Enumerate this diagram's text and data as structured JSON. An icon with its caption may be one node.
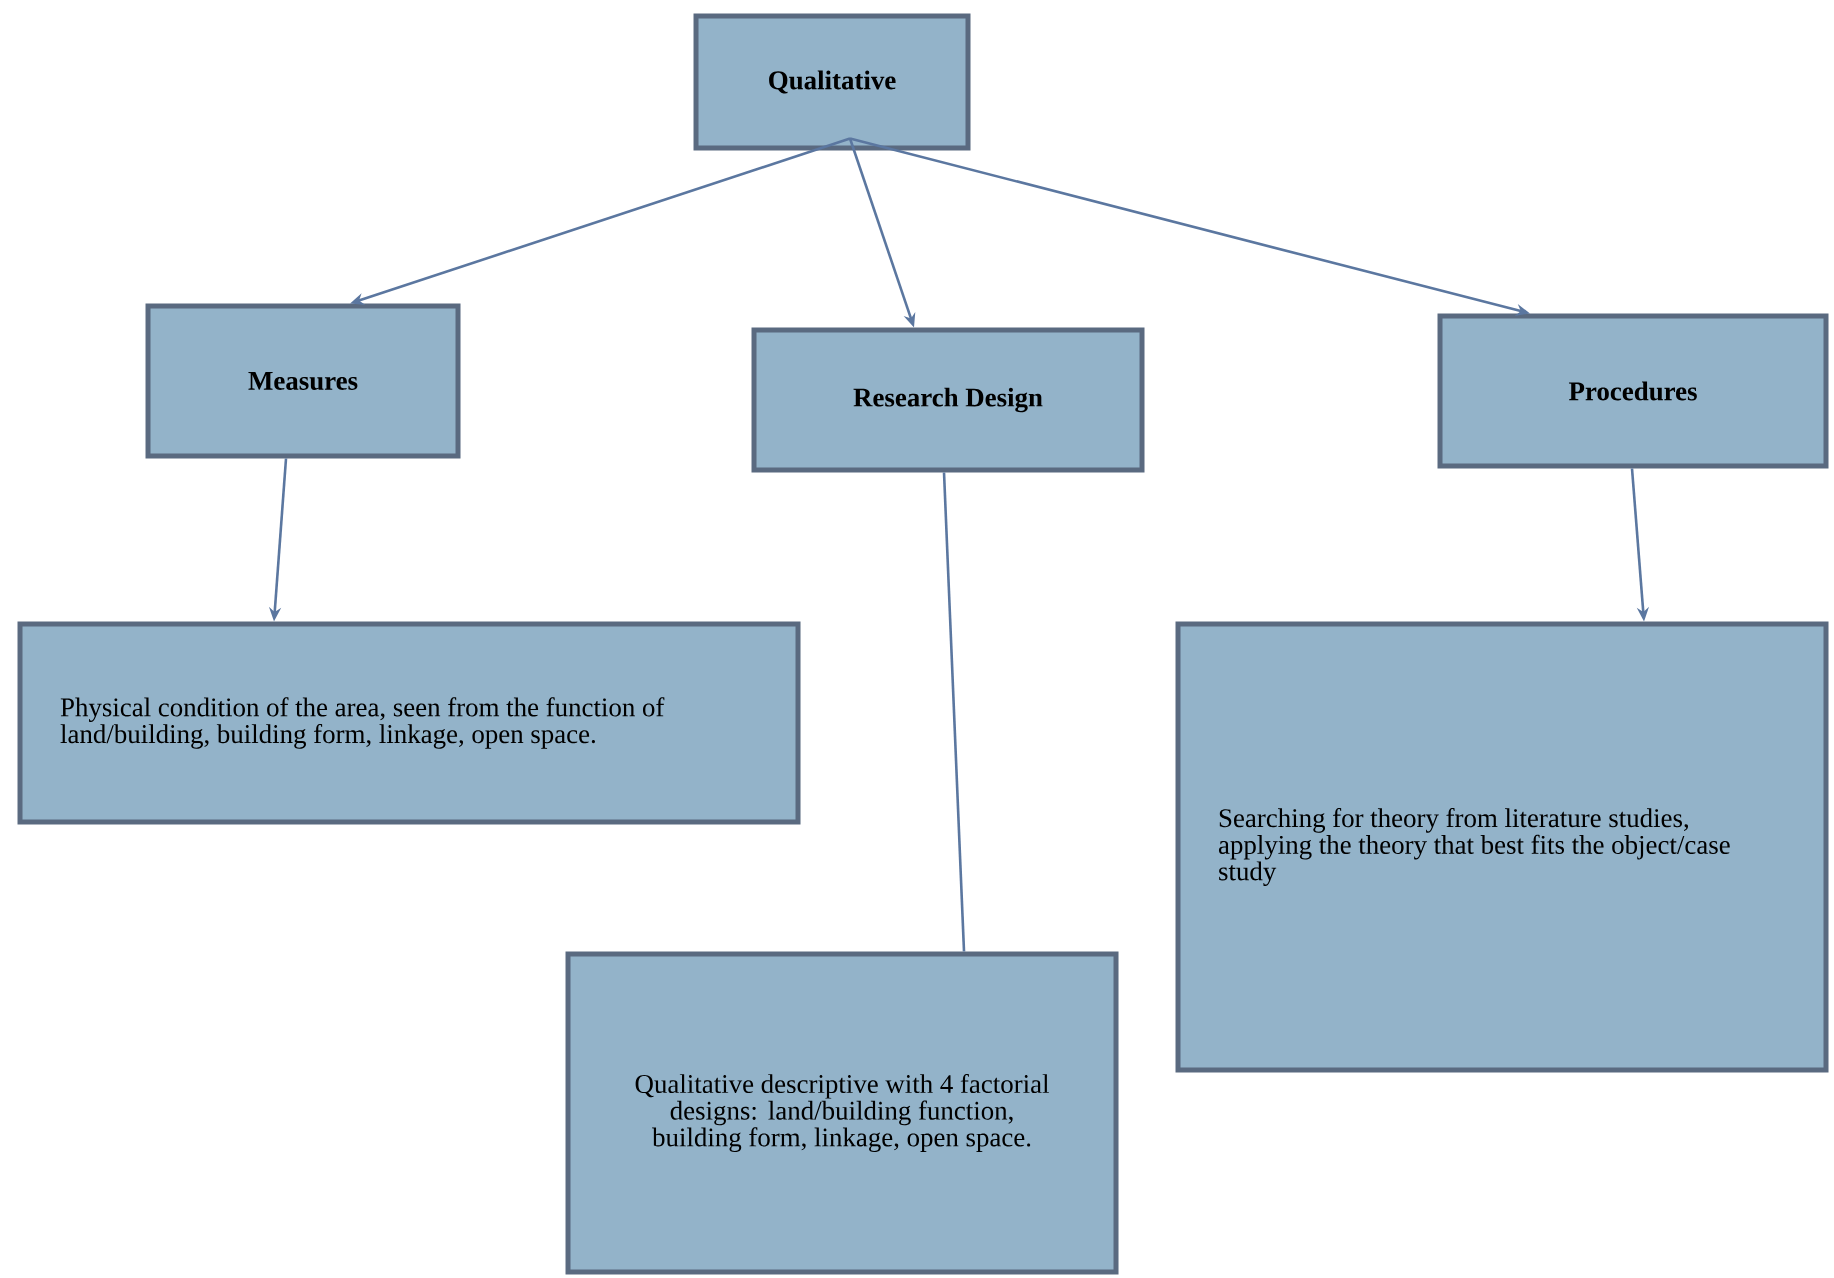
{
  "diagram": {
    "nodes": [
      {
        "text": [
          "Qualitative"
        ]
      },
      {
        "text": [
          "Measures"
        ]
      },
      {
        "text": [
          "Research Design"
        ]
      },
      {
        "text": [
          "Procedures"
        ]
      },
      {
        "text": [
          "Physical condition of the area, seen from the function of land/building, building form, linkage, open space."
        ]
      },
      {
        "text": [
          "Qualitative descriptive with 4 factorial designs: land/building function, building form, linkage, open space."
        ]
      },
      {
        "text": [
          "Searching for theory from literature studies, applying the theory that best fits the object/case study"
        ]
      }
    ],
    "edges": [
      {
        "from": 0,
        "to": 1,
        "arrow": "to"
      },
      {
        "from": 0,
        "to": 2,
        "arrow": "to"
      },
      {
        "from": 0,
        "to": 3,
        "arrow": "to"
      },
      {
        "from": 1,
        "to": 4,
        "arrow": "to"
      },
      {
        "from": 2,
        "to": 5,
        "arrow": "none"
      },
      {
        "from": 3,
        "to": 6,
        "arrow": "to"
      }
    ]
  }
}
